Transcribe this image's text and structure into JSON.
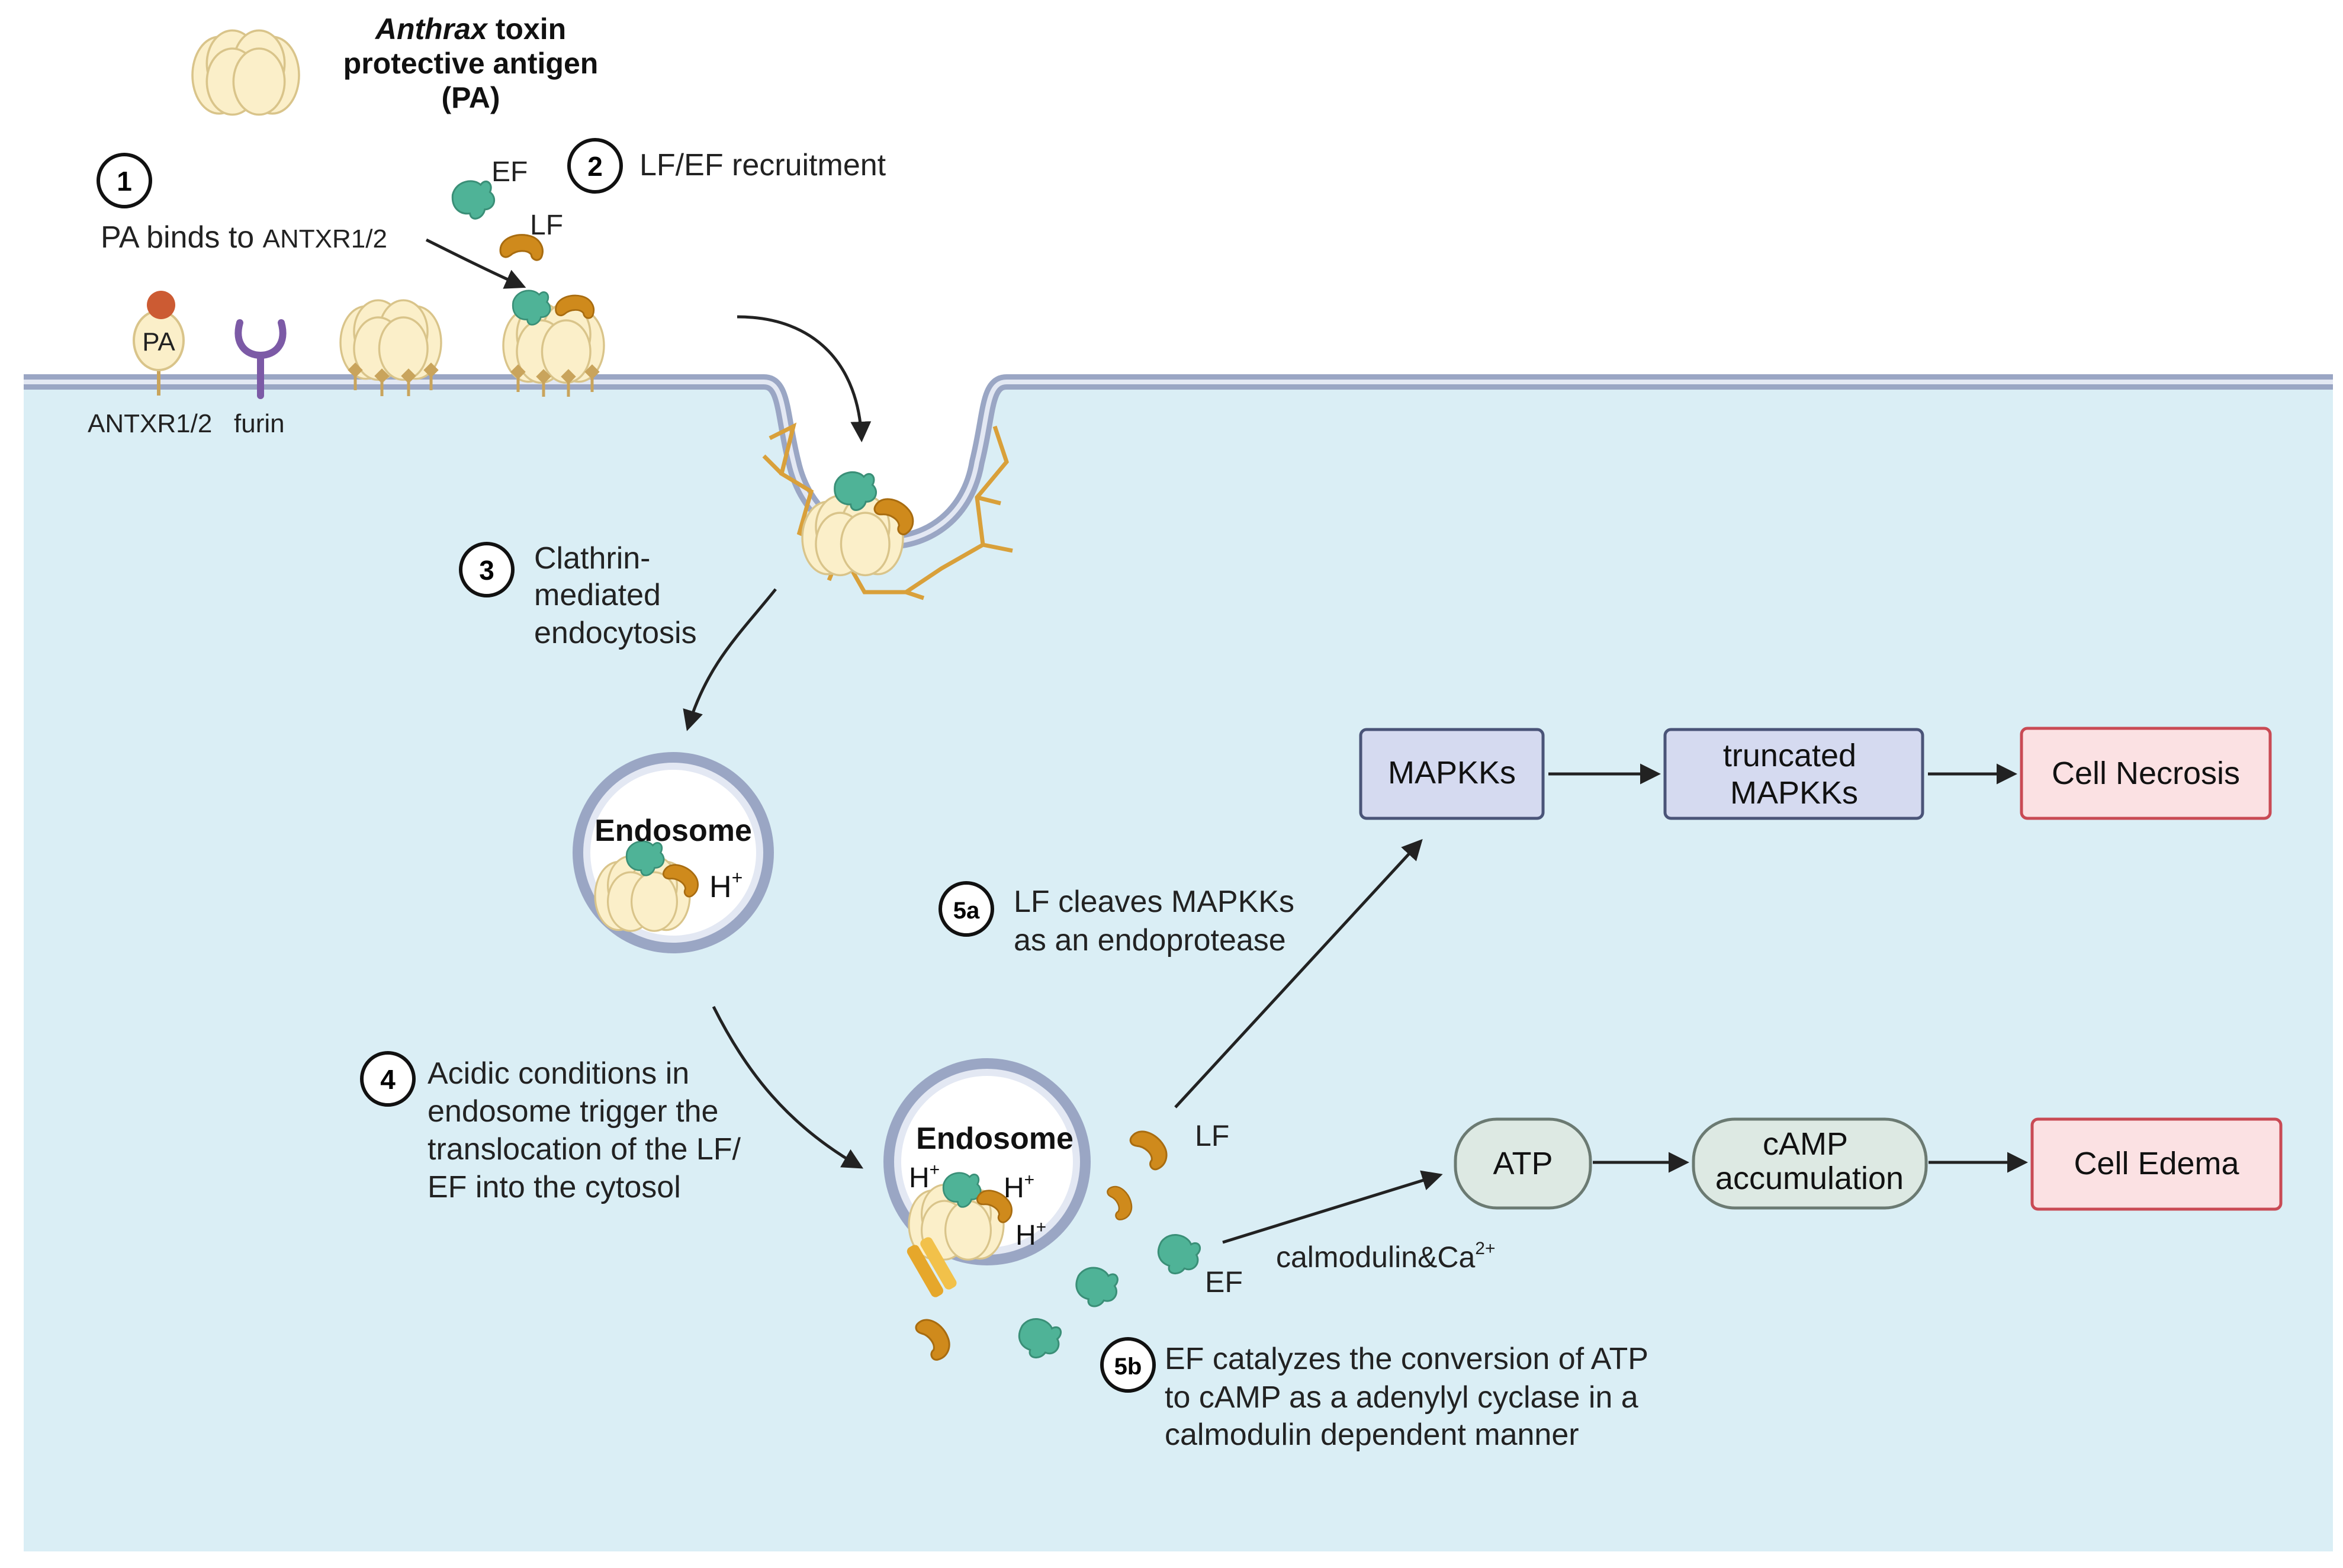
{
  "title": {
    "line1_italic": "Anthrax",
    "line1_rest": " toxin",
    "line2": "protective antigen",
    "line3": "(PA)"
  },
  "steps": {
    "s1": {
      "num": "1",
      "text_a": "PA binds to ",
      "text_b": "ANTXR1/2"
    },
    "s2": {
      "num": "2",
      "text": "LF/EF recruitment"
    },
    "s3": {
      "num": "3",
      "lines": [
        "Clathrin-",
        "mediated",
        "endocytosis"
      ]
    },
    "s4": {
      "num": "4",
      "lines": [
        "Acidic conditions in",
        "endosome trigger the",
        "translocation of the LF/",
        "EF into the cytosol"
      ]
    },
    "s5a": {
      "num": "5a",
      "lines": [
        "LF cleaves MAPKKs",
        "as an endoprotease"
      ]
    },
    "s5b": {
      "num": "5b",
      "lines": [
        "EF catalyzes the conversion of ATP",
        "to cAMP as a adenylyl cyclase in a",
        "calmodulin dependent manner"
      ]
    }
  },
  "labels": {
    "pa": "PA",
    "antxr": "ANTXR1/2",
    "furin": "furin",
    "ef_top": "EF",
    "lf_top": "LF",
    "endosome1": "Endosome",
    "endosome2": "Endosome",
    "h_plus_1": "H",
    "h_plus_2": "H",
    "h_plus_3": "H",
    "h_plus_4": "H",
    "plus": "+",
    "lf_cyto": "LF",
    "ef_cyto": "EF",
    "calmodulin": "calmodulin&Ca",
    "calmodulin_sup": "2+"
  },
  "pathway": {
    "mapkks": "MAPKKs",
    "truncated": [
      "truncated",
      "MAPKKs"
    ],
    "necrosis": "Cell Necrosis",
    "atp": "ATP",
    "camp": [
      "cAMP",
      "accumulation"
    ],
    "edema": "Cell Edema"
  },
  "colors": {
    "cytosol": "#daeef5",
    "membrane": "#9aa6c4",
    "pa_fill": "#fbefc9",
    "pa_stroke": "#d9c48a",
    "ef": "#4fb397",
    "lf": "#cf8a1c",
    "clathrin": "#d9a03a",
    "furin": "#7c5aa6",
    "ligand": "#cc5b33",
    "blue_box": "#d5daf0",
    "blue_box_stroke": "#4a5478",
    "red_box": "#fbe1e3",
    "red_box_stroke": "#c94a54",
    "green_box": "#dde9e3",
    "green_box_stroke": "#6b7a72"
  }
}
